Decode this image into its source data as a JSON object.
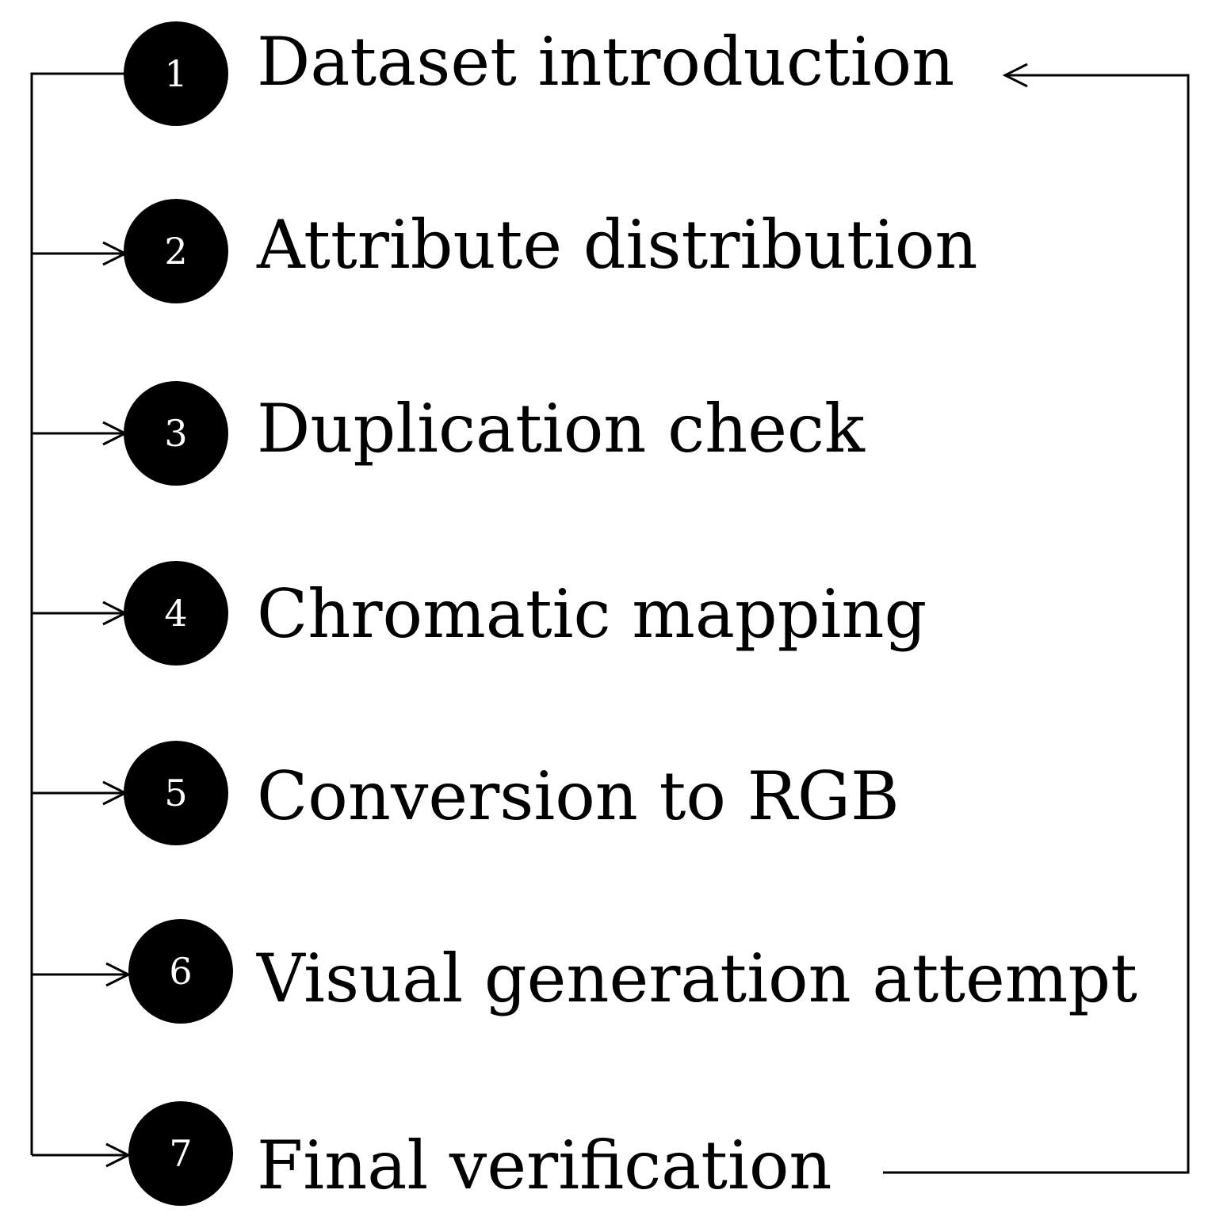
{
  "steps": [
    {
      "number": "1",
      "label": "Dataset introduction"
    },
    {
      "number": "2",
      "label": "Attribute distribution"
    },
    {
      "number": "3",
      "label": "Duplication check"
    },
    {
      "number": "4",
      "label": "Chromatic mapping"
    },
    {
      "number": "5",
      "label": "Conversion to RGB"
    },
    {
      "number": "6",
      "label": "Visual generation attempt"
    },
    {
      "number": "7",
      "label": "Final verification"
    }
  ],
  "colors": {
    "node_fill": "#000000",
    "node_text": "#ffffff",
    "line": "#000000",
    "text": "#000000",
    "background": "#ffffff"
  }
}
